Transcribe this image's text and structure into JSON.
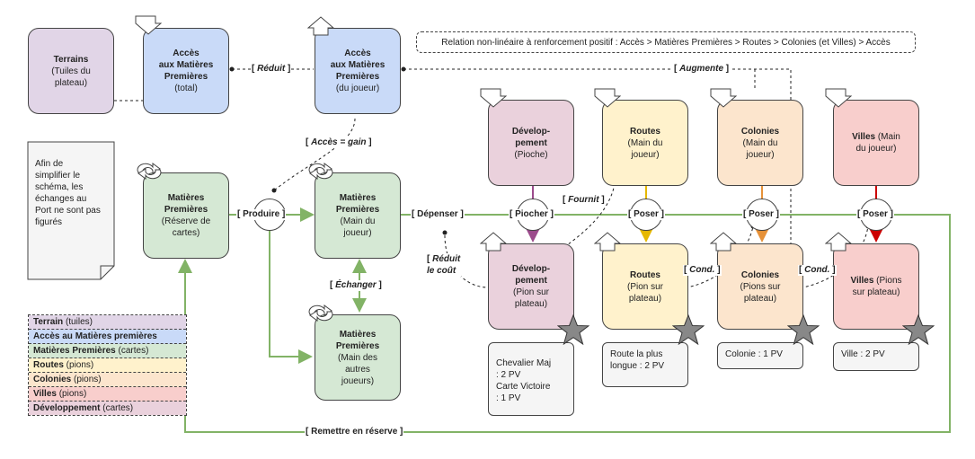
{
  "relation": "Relation non-linéaire à renforcement positif : Accès > Matières Premières > Routes > Colonies (et Villes) > Accès",
  "note": [
    "Afin de",
    "simplifier le",
    "schéma, les",
    "échanges au",
    "Port ne sont pas",
    "figurés"
  ],
  "boxes": {
    "terrains": {
      "title": "Terrains",
      "sub": [
        "(Tuiles du",
        "plateau)"
      ]
    },
    "acces_total": {
      "title": [
        "Accès",
        "aux Matières",
        "Premières"
      ],
      "sub": [
        "(total)"
      ]
    },
    "acces_joueur": {
      "title": [
        "Accès",
        "aux Matières",
        "Premières"
      ],
      "sub": [
        "(du joueur)"
      ]
    },
    "mat_reserve": {
      "title": [
        "Matières",
        "Premières"
      ],
      "sub": [
        "(Réserve de",
        "cartes)"
      ]
    },
    "mat_main": {
      "title": [
        "Matières",
        "Premières"
      ],
      "sub": [
        "(Main du",
        "joueur)"
      ]
    },
    "mat_autres": {
      "title": [
        "Matières",
        "Premières"
      ],
      "sub": [
        "(Main des",
        "autres",
        "joueurs)"
      ]
    },
    "dev_pioche": {
      "title": [
        "Dévelop-",
        "pement"
      ],
      "sub": [
        "(Pioche)"
      ]
    },
    "routes_main": {
      "title": [
        "Routes"
      ],
      "sub": [
        "(Main du",
        "joueur)"
      ]
    },
    "colonies_main": {
      "title": [
        "Colonies"
      ],
      "sub": [
        "(Main du",
        "joueur)"
      ]
    },
    "villes_main": {
      "title": [
        "Villes"
      ],
      "inline": " (Main",
      "sub": [
        "du joueur)"
      ]
    },
    "dev_plateau": {
      "title": [
        "Dévelop-",
        "pement"
      ],
      "sub": [
        "(Pion sur",
        "plateau)"
      ]
    },
    "routes_plateau": {
      "title": [
        "Routes"
      ],
      "sub": [
        "(Pion sur",
        "plateau)"
      ]
    },
    "colonies_plateau": {
      "title": [
        "Colonies"
      ],
      "sub": [
        "(Pions sur",
        "plateau)"
      ]
    },
    "villes_plateau": {
      "title": [
        "Villes"
      ],
      "inline": " (Pions",
      "sub": [
        "sur plateau)"
      ]
    }
  },
  "labels": {
    "reduit": "Réduit",
    "augmente": "Augmente",
    "acces_gain": "Accès = gain",
    "produire": "Produire",
    "depenser": "Dépenser",
    "piocher": "Piocher",
    "poser1": "Poser",
    "poser2": "Poser",
    "poser3": "Poser",
    "fournit": "Fournit",
    "echanger": "Échanger",
    "reduit_cout": [
      "Réduit",
      "le coût"
    ],
    "cond1": "Cond.",
    "cond2": "Cond.",
    "remettre": "Remettre en réserve"
  },
  "pv": {
    "dev": [
      "Chevalier Maj",
      ": 2 PV",
      "Carte Victoire",
      ": 1 PV"
    ],
    "routes": [
      "Route la plus",
      "longue : 2 PV"
    ],
    "colonie": [
      "Colonie : 1 PV"
    ],
    "ville": [
      "Ville : 2 PV"
    ]
  },
  "legend": [
    {
      "bold": "Terrain",
      "rest": " (tuiles)",
      "color": "#e1d5e7"
    },
    {
      "bold": "Accès au Matières premières",
      "rest": "",
      "color": "#c9daf8"
    },
    {
      "bold": "Matières Premières",
      "rest": " (cartes)",
      "color": "#d5e8d4"
    },
    {
      "bold": "Routes",
      "rest": " (pions)",
      "color": "#fff2cc"
    },
    {
      "bold": "Colonies",
      "rest": " (pions)",
      "color": "#fce5cd"
    },
    {
      "bold": "Villes",
      "rest": " (pions)",
      "color": "#f8cecc"
    },
    {
      "bold": "Développement",
      "rest": " (cartes)",
      "color": "#ead1dc"
    }
  ],
  "colors": {
    "green": "#82b366",
    "purple": "#9c4b8c",
    "yellow": "#e6b800",
    "orange": "#e69138",
    "red": "#cc0000",
    "grey": "#777777"
  }
}
